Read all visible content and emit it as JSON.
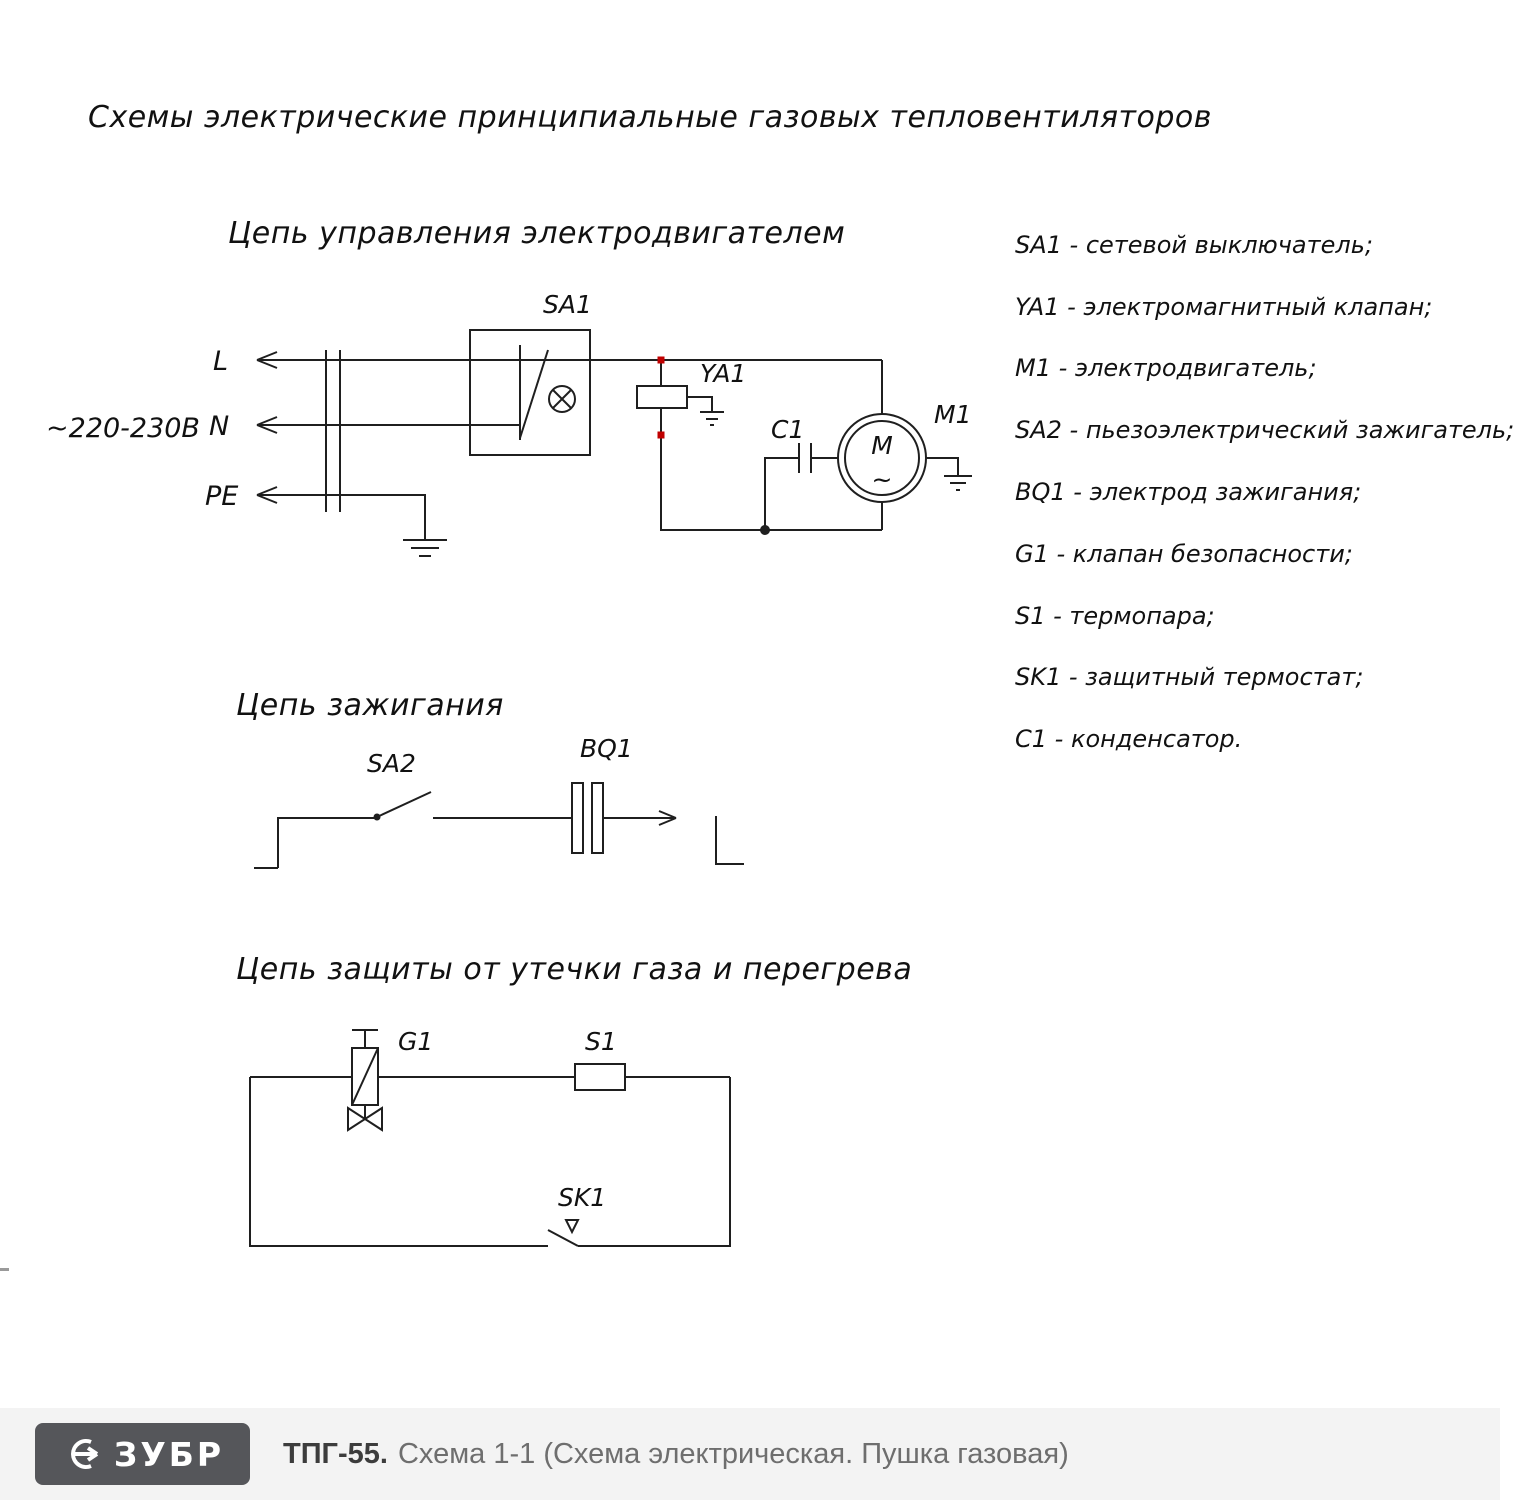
{
  "colors": {
    "line": "#1f1f1f",
    "junction_red": "#c00000",
    "footer_bg": "#f3f3f3",
    "logo_bg": "#55565a"
  },
  "page": {
    "title": "Схемы электрические принципиальные газовых тепловентиляторов"
  },
  "circuit1": {
    "title": "Цепь управления электродвигателем",
    "voltage": "~220-230В",
    "line_l": "L",
    "line_n": "N",
    "line_pe": "PE",
    "sa1": "SA1",
    "ya1": "YA1",
    "c1": "C1",
    "m1": "M1",
    "motor_letter": "M",
    "motor_ac": "~"
  },
  "circuit2": {
    "title": "Цепь зажигания",
    "sa2": "SA2",
    "bq1": "BQ1"
  },
  "circuit3": {
    "title": "Цепь защиты от утечки газа и перегрева",
    "g1": "G1",
    "s1": "S1",
    "sk1": "SK1"
  },
  "legend": {
    "items": [
      "SA1 - сетевой выключатель;",
      "YA1 - электромагнитный клапан;",
      "M1 - электродвигатель;",
      "SA2 - пьезоэлектрический зажигатель;",
      "BQ1 - электрод зажигания;",
      "G1 - клапан безопасности;",
      "S1 - термопара;",
      "SK1 - защитный термостат;",
      "C1 - конденсатор."
    ]
  },
  "footer": {
    "brand": "ЗУБР",
    "model": "ТПГ-55.",
    "caption": "Схема 1-1 (Схема электрическая. Пушка газовая)"
  }
}
